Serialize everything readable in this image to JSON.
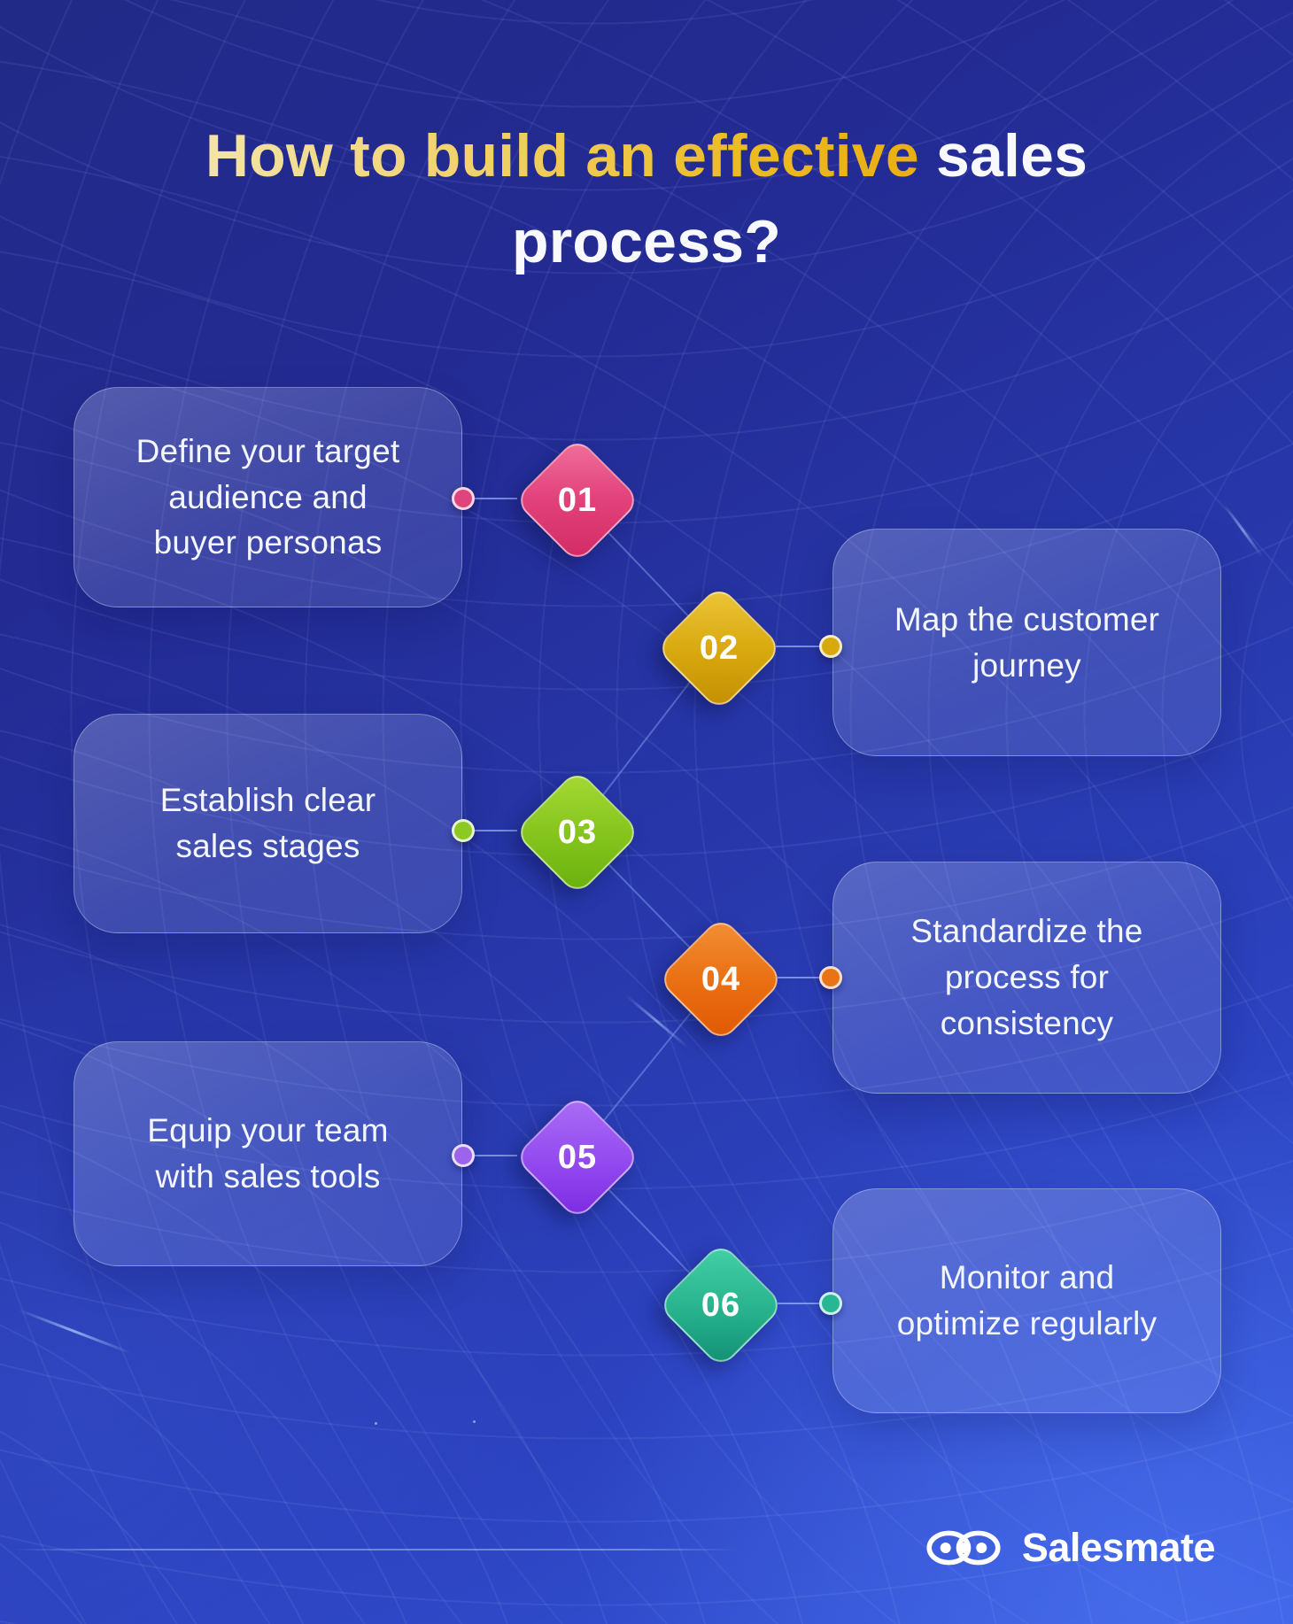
{
  "title": {
    "gold_text": "How to build an effective",
    "white_text_line1": "sales",
    "line2": "process?",
    "gold_color_start": "#f3e4a8",
    "gold_color_end": "#e9ae12",
    "white_color": "#f7f9ff"
  },
  "steps": [
    {
      "number": "01",
      "side": "left",
      "accent": "#e0447c",
      "label": "Define your target audience and buyer personas",
      "lines": [
        "Define your target",
        "audience and",
        "buyer personas"
      ]
    },
    {
      "number": "02",
      "side": "right",
      "accent": "#d8a90f",
      "label": "Map the customer journey",
      "lines": [
        "Map the customer",
        "journey"
      ]
    },
    {
      "number": "03",
      "side": "left",
      "accent": "#8cc922",
      "label": "Establish clear sales stages",
      "lines": [
        "Establish clear",
        "sales stages"
      ]
    },
    {
      "number": "04",
      "side": "right",
      "accent": "#e87417",
      "label": "Standardize the process for consistency",
      "lines": [
        "Standardize the",
        "process for",
        "consistency"
      ]
    },
    {
      "number": "05",
      "side": "left",
      "accent": "#9c64ea",
      "label": "Equip your team with sales tools",
      "lines": [
        "Equip your team",
        "with sales tools"
      ]
    },
    {
      "number": "06",
      "side": "right",
      "accent": "#27b795",
      "label": "Monitor and optimize regularly",
      "lines": [
        "Monitor and",
        "optimize regularly"
      ]
    }
  ],
  "footer": {
    "brand": "Salesmate",
    "logo_icon": "chain-links-icon"
  },
  "background": {
    "base_blue_top": "#222a87",
    "base_blue_bottom": "#3a5ce2"
  }
}
